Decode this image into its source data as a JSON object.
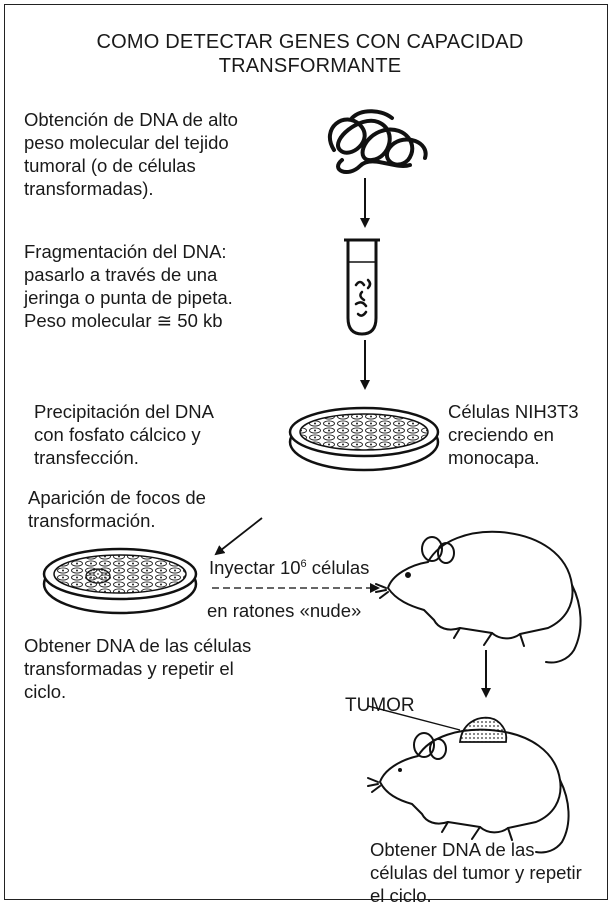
{
  "title_line1": "COMO DETECTAR GENES CON CAPACIDAD",
  "title_line2": "TRANSFORMANTE",
  "steps": {
    "step1": "Obtención de DNA de alto\npeso molecular del tejido\ntumoral (o de células\ntransformadas).",
    "step2": "Fragmentación del DNA:\npasarlo a través de una\njeringa o punta de pipeta.\nPeso molecular ≅ 50 kb",
    "step3": "Precipitación del DNA\ncon fosfato cálcico y\ntransfección.",
    "cells": "Células NIH3T3\ncreciendo en\nmonocapa.",
    "step4": "Aparición de focos de\ntransformación.",
    "inject_line1": "Inyectar 10",
    "inject_exp": "6",
    "inject_line1_end": " células",
    "inject_line2": "en ratones «nude»",
    "step5": "Obtener DNA de las células\ntransformadas y repetir el\nciclo.",
    "tumor_label": "TUMOR",
    "step6": "Obtener DNA de las\ncélulas del tumor y repetir\nel ciclo."
  }
}
